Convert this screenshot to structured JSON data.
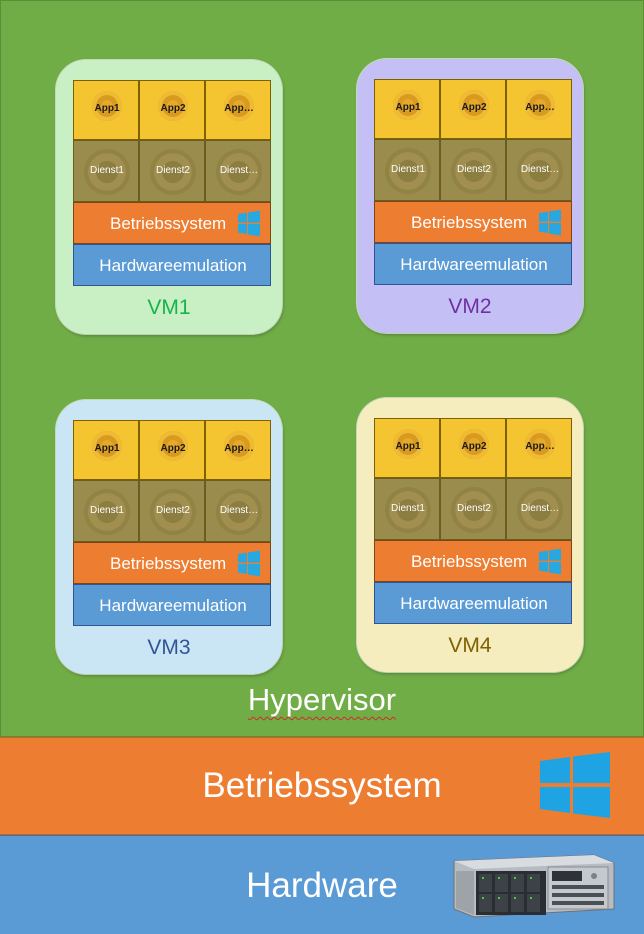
{
  "hypervisor": {
    "label": "Hypervisor"
  },
  "host_os": {
    "label": "Betriebssystem",
    "logo": "windows-icon",
    "color": "#ed7d31"
  },
  "hardware": {
    "label": "Hardware",
    "image": "server-rack-icon",
    "color": "#5b9bd5"
  },
  "colors": {
    "hypervisor": "#70ad47",
    "app": "#f4c431",
    "service": "#9a8c4d",
    "os": "#ed7d31",
    "hw_emulation": "#5b9bd5"
  },
  "vms": [
    {
      "name": "VM1",
      "name_color": "#18b34a",
      "background": "#c8f0c4",
      "apps": [
        "App1",
        "App2",
        "App…"
      ],
      "services": [
        "Dienst1",
        "Dienst2",
        "Dienst…"
      ],
      "os": "Betriebssystem",
      "hw": "Hardwareemulation"
    },
    {
      "name": "VM2",
      "name_color": "#7030a0",
      "background": "#c4bff5",
      "apps": [
        "App1",
        "App2",
        "App…"
      ],
      "services": [
        "Dienst1",
        "Dienst2",
        "Dienst…"
      ],
      "os": "Betriebssystem",
      "hw": "Hardwareemulation"
    },
    {
      "name": "VM3",
      "name_color": "#2f5597",
      "background": "#cae6f4",
      "apps": [
        "App1",
        "App2",
        "App…"
      ],
      "services": [
        "Dienst1",
        "Dienst2",
        "Dienst…"
      ],
      "os": "Betriebssystem",
      "hw": "Hardwareemulation"
    },
    {
      "name": "VM4",
      "name_color": "#7f6000",
      "background": "#f6edbe",
      "apps": [
        "App1",
        "App2",
        "App…"
      ],
      "services": [
        "Dienst1",
        "Dienst2",
        "Dienst…"
      ],
      "os": "Betriebssystem",
      "hw": "Hardwareemulation"
    }
  ]
}
